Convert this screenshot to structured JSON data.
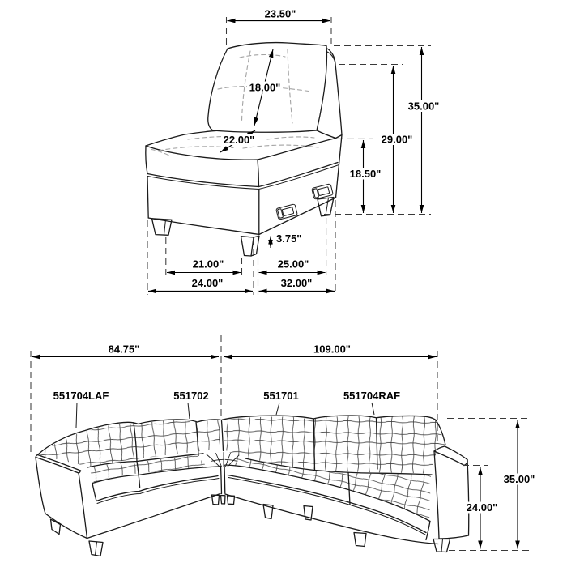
{
  "page": {
    "background": "#ffffff"
  },
  "style": {
    "line_color": "#1a1a1a",
    "dimension_color": "#000000",
    "extension_dash_color": "#3a3a3a",
    "tuft_dash_color": "#a3a3a3",
    "text_color": "#000000"
  },
  "chair": {
    "name": "armless chair dimension drawing",
    "dims": {
      "back_width": {
        "value": "23.50\""
      },
      "back_cushion": {
        "value": "18.00\""
      },
      "seat_depth": {
        "value": "22.00\""
      },
      "overall_height": {
        "value": "35.00\""
      },
      "back_height": {
        "value": "29.00\""
      },
      "base_back_height": {
        "value": "18.50\""
      },
      "leg_height": {
        "value": "3.75\""
      },
      "front_clear_width": {
        "value": "21.00\""
      },
      "side_clear_depth": {
        "value": "25.00\""
      },
      "overall_width": {
        "value": "24.00\""
      },
      "overall_depth": {
        "value": "32.00\""
      }
    }
  },
  "sectional": {
    "name": "sectional sofa dimension drawing",
    "dims": {
      "left_side_width": {
        "value": "84.75\""
      },
      "right_side_width": {
        "value": "109.00\""
      },
      "overall_height": {
        "value": "35.00\""
      },
      "arm_height": {
        "value": "24.00\""
      }
    },
    "labels": [
      {
        "sku": "551704LAF"
      },
      {
        "sku": "551702"
      },
      {
        "sku": "551701"
      },
      {
        "sku": "551704RAF"
      }
    ]
  }
}
